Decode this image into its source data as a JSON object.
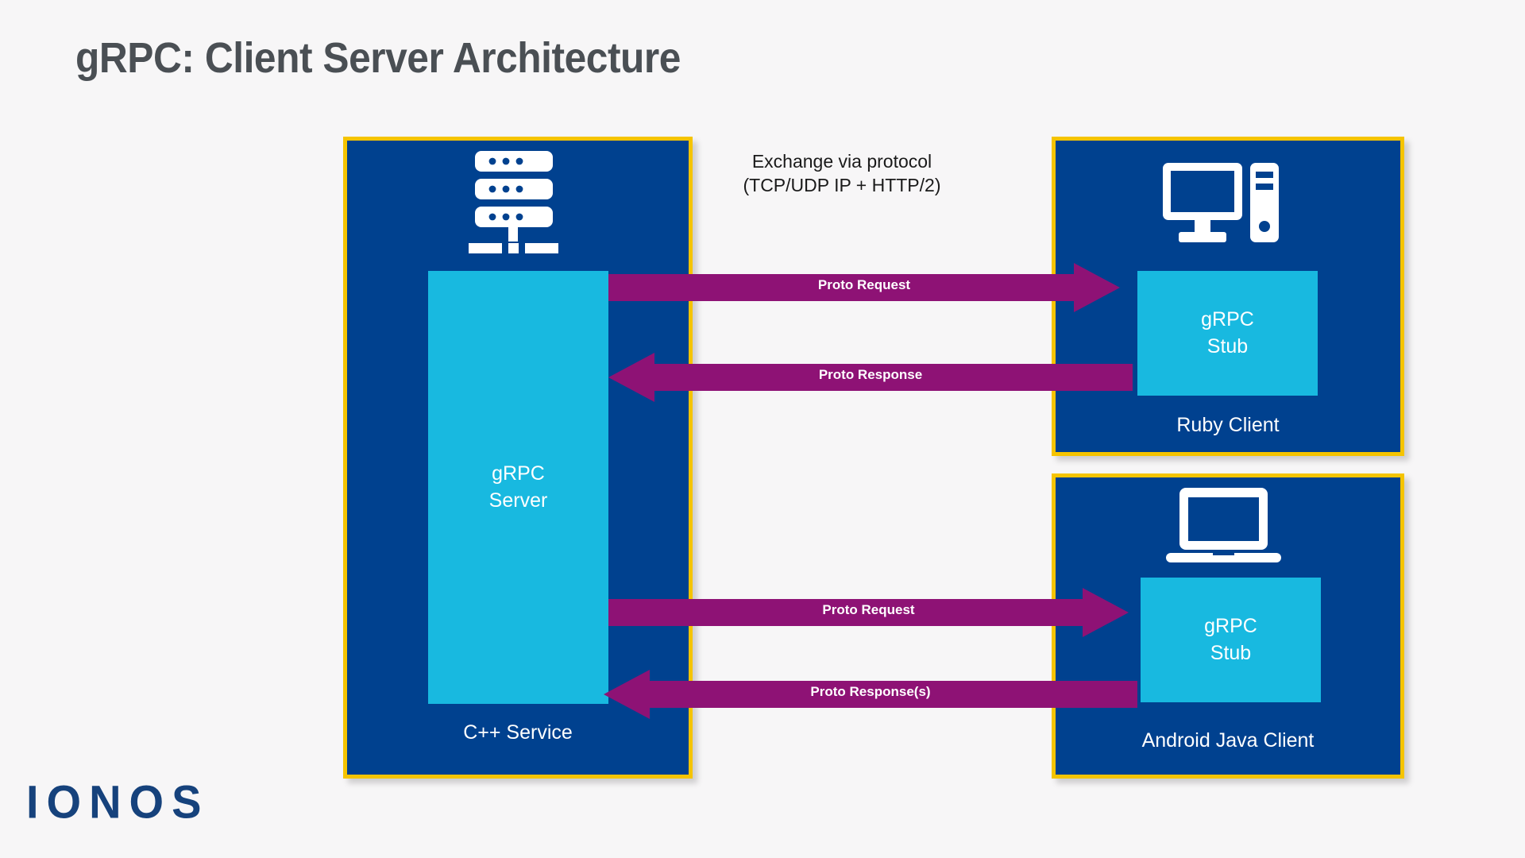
{
  "page": {
    "title": "gRPC: Client Server Architecture",
    "background_color": "#f7f6f7"
  },
  "colors": {
    "panel_fill": "#00418f",
    "panel_border": "#f5c400",
    "cyan_box": "#18b9e0",
    "arrow": "#8e1275",
    "title_text": "#4a4f54",
    "logo_blue": "#16427c"
  },
  "server_panel": {
    "icon": "server-rack-icon",
    "inner_box_label": "gRPC\nServer",
    "caption": "C++ Service"
  },
  "ruby_panel": {
    "icon": "desktop-computer-icon",
    "inner_box_label": "gRPC\nStub",
    "caption": "Ruby Client"
  },
  "android_panel": {
    "icon": "laptop-icon",
    "inner_box_label": "gRPC\nStub",
    "caption": "Android Java Client"
  },
  "protocol_note": {
    "text": "Exchange via protocol\n(TCP/UDP IP + HTTP/2)"
  },
  "arrows": [
    {
      "name": "proto-request-top",
      "label": "Proto Request",
      "direction": "right"
    },
    {
      "name": "proto-response-top",
      "label": "Proto Response",
      "direction": "left"
    },
    {
      "name": "proto-request-bottom",
      "label": "Proto Request",
      "direction": "right"
    },
    {
      "name": "proto-response-bottom",
      "label": "Proto Response(s)",
      "direction": "left"
    }
  ],
  "branding": {
    "logo_text": "IONOS"
  }
}
